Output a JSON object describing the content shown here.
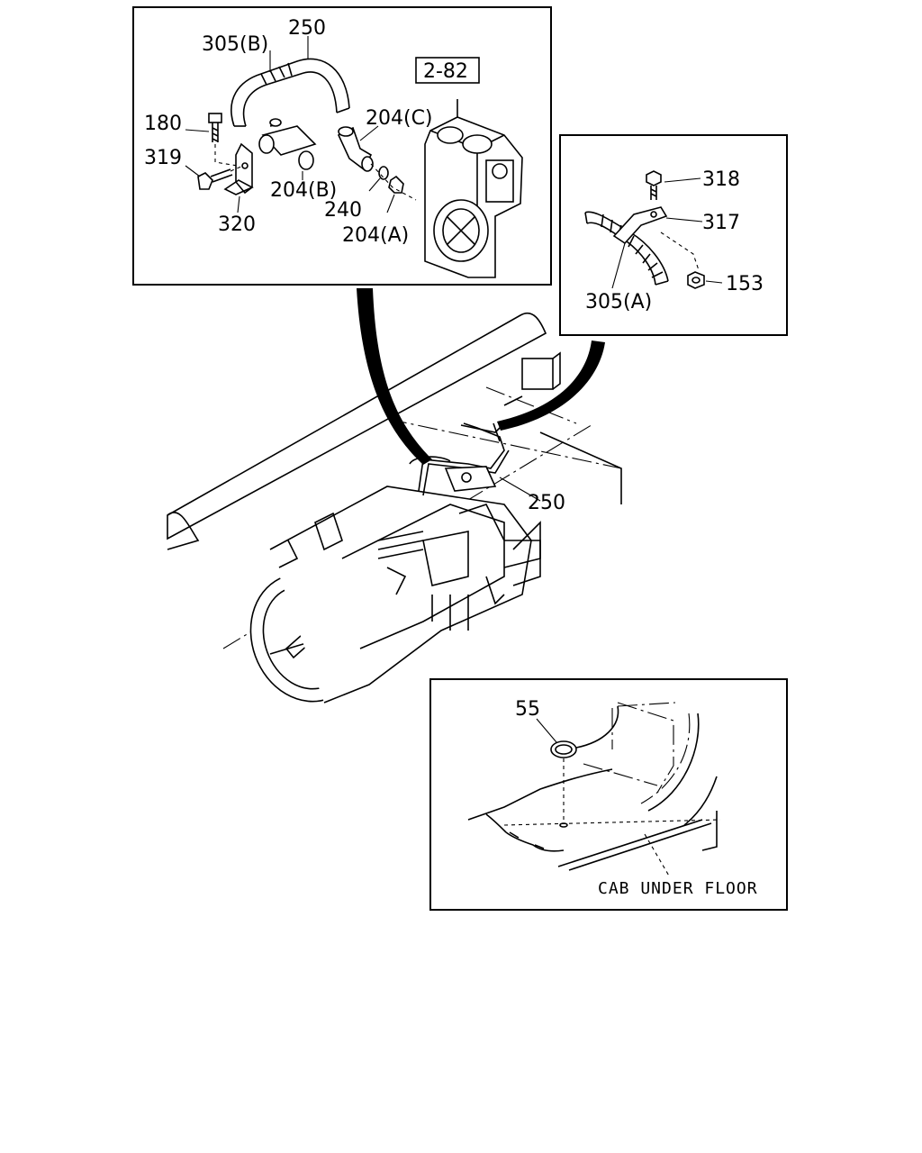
{
  "detail_a": {
    "ref_box": "2-82",
    "labels": {
      "l_305b": "305(B)",
      "l_250": "250",
      "l_180": "180",
      "l_319": "319",
      "l_320": "320",
      "l_204b": "204(B)",
      "l_204c": "204(C)",
      "l_240": "240",
      "l_204a": "204(A)"
    }
  },
  "detail_b": {
    "labels": {
      "l_318": "318",
      "l_317": "317",
      "l_153": "153",
      "l_305a": "305(A)"
    }
  },
  "main": {
    "labels": {
      "l_250": "250"
    }
  },
  "detail_c": {
    "labels": {
      "l_55": "55",
      "caption": "CAB UNDER FLOOR"
    }
  }
}
